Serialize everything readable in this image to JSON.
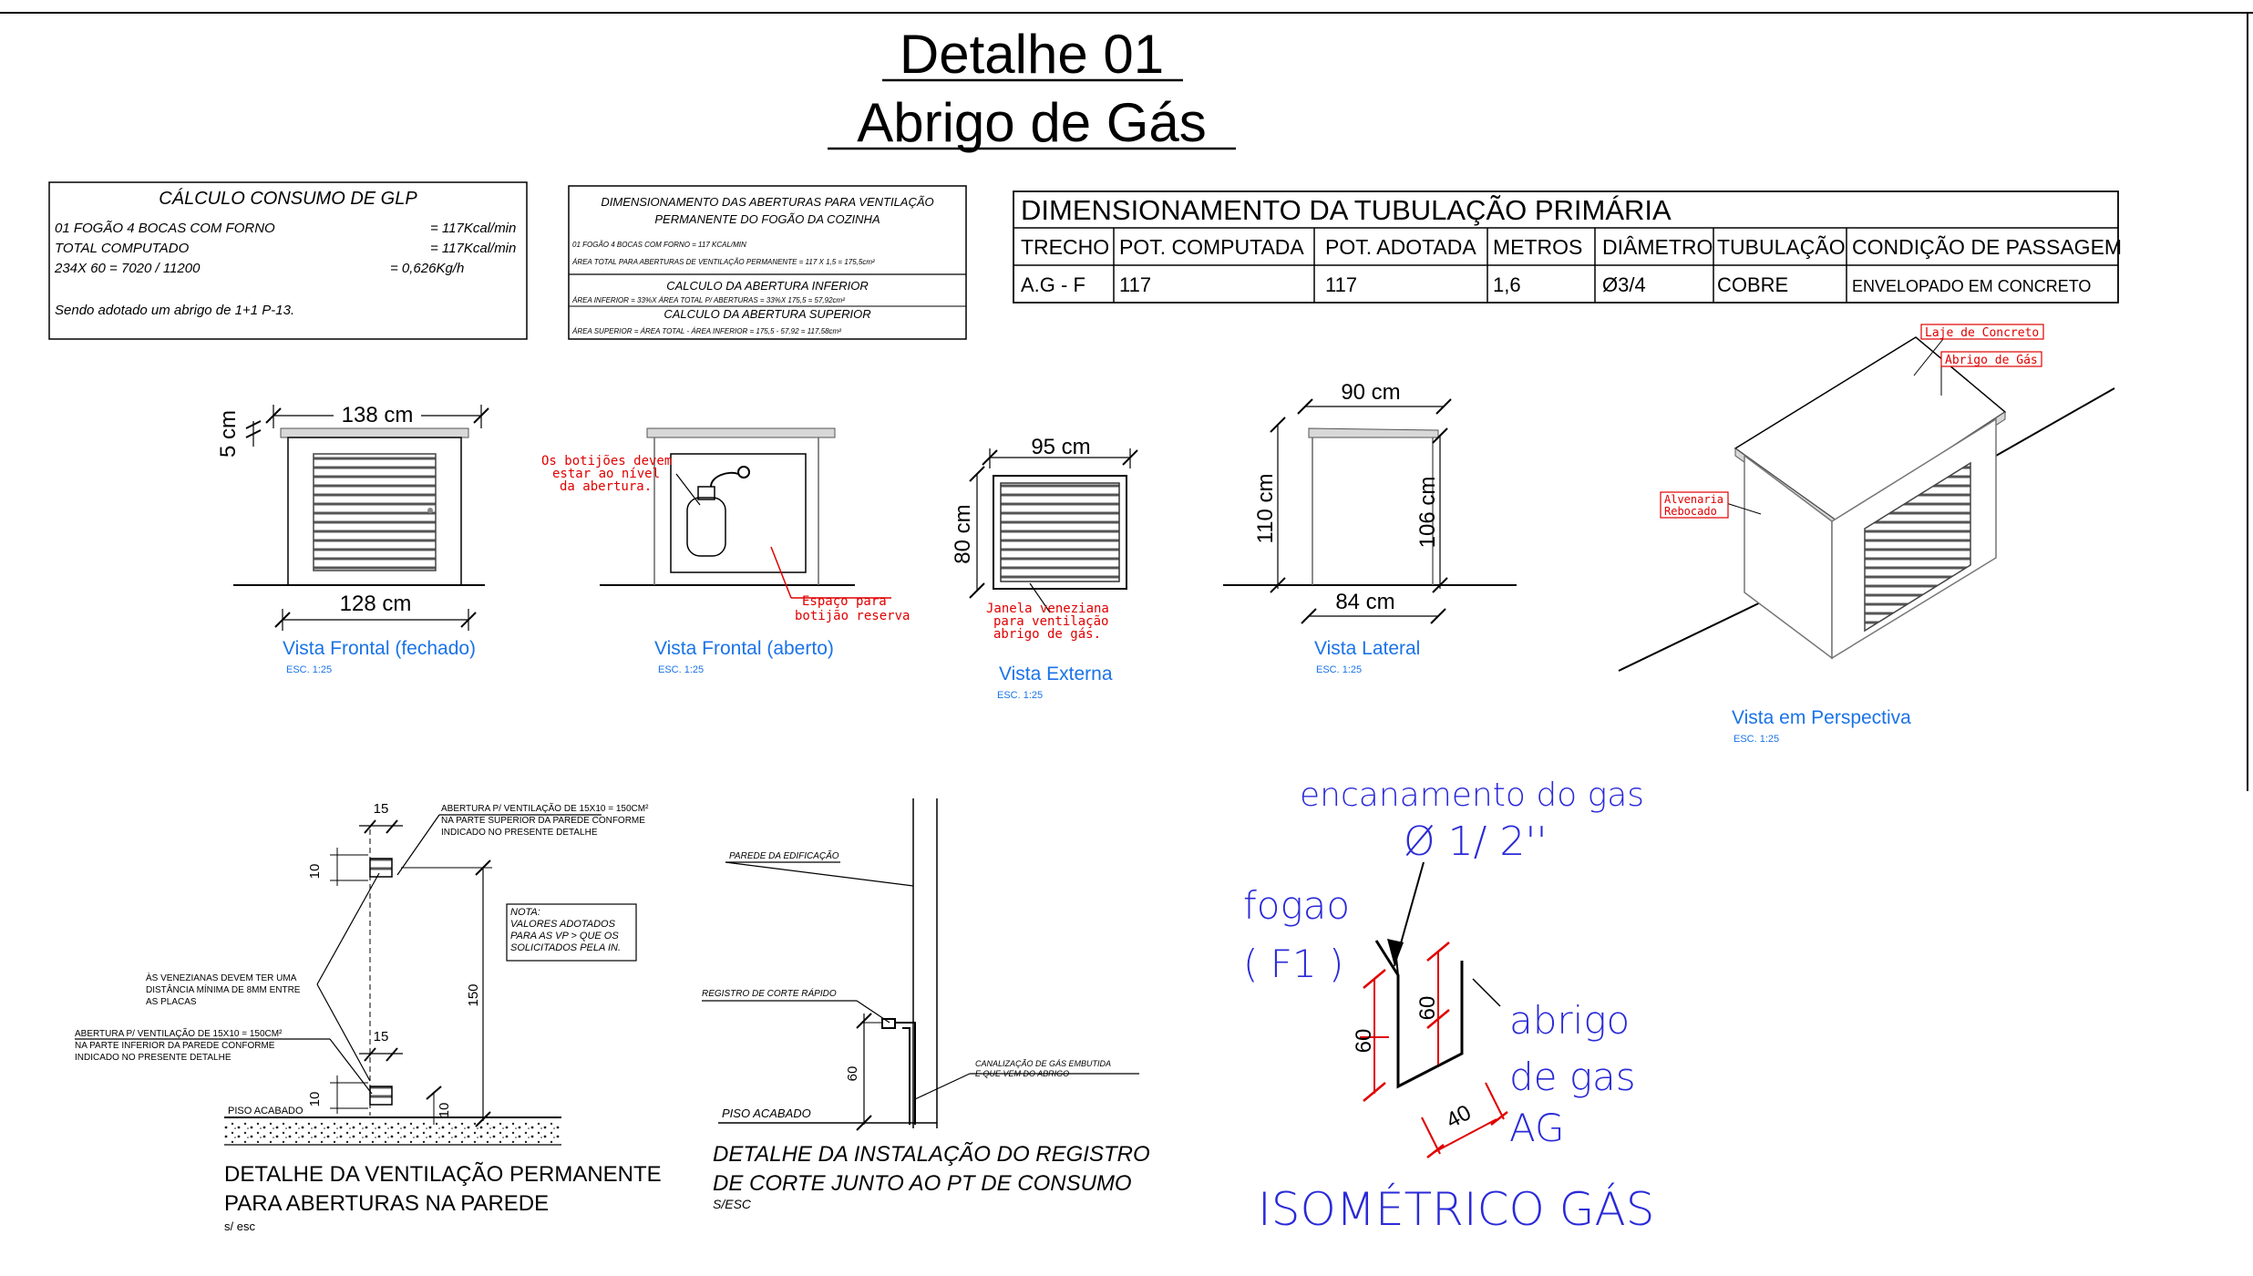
{
  "title": {
    "line1": "Detalhe 01",
    "line2": "Abrigo de Gás"
  },
  "glp": {
    "heading": "CÁLCULO CONSUMO DE GLP",
    "rows": [
      {
        "label": "01 FOGÃO 4 BOCAS COM FORNO",
        "value": "= 117Kcal/min"
      },
      {
        "label": "TOTAL COMPUTADO",
        "value": "= 117Kcal/min"
      },
      {
        "label": "234X 60 = 7020 / 11200",
        "value": "= 0,626Kg/h"
      }
    ],
    "note": "Sendo adotado um abrigo  de  1+1 P-13."
  },
  "aberturas": {
    "heading1": "DIMENSIONAMENTO DAS ABERTURAS PARA VENTILAÇÃO",
    "heading2": "PERMANENTE DO FOGÃO DA COZINHA",
    "line1": "01 FOGÃO 4 BOCAS COM FORNO = 117 KCAL/MIN",
    "line2": "ÁREA TOTAL PARA ABERTURAS DE VENTILAÇÃO PERMANENTE = 117 X 1,5 = 175,5cm²",
    "inf_title": "CALCULO DA ABERTURA INFERIOR",
    "inf_text": "ÁREA INFERIOR = 33%X ÁREA TOTAL P/ ABERTURAS = 33%X 175,5 = 57,92cm²",
    "sup_title": "CALCULO DA ABERTURA SUPERIOR",
    "sup_text": "ÁREA SUPERIOR = ÁREA TOTAL - ÁREA INFERIOR = 175,5 - 57,92 = 117,58cm²"
  },
  "tubulacao": {
    "title": "DIMENSIONAMENTO DA TUBULAÇÃO PRIMÁRIA",
    "headers": [
      "TRECHO",
      "POT. COMPUTADA",
      "POT. ADOTADA",
      "METROS",
      "DIÂMETRO",
      "TUBULAÇÃO",
      "CONDIÇÃO DE PASSAGEM"
    ],
    "row": [
      "A.G - F",
      "117",
      "117",
      "1,6",
      "Ø3/4",
      "COBRE",
      "ENVELOPADO EM CONCRETO"
    ]
  },
  "views": {
    "frontal_fechado": {
      "title": "Vista Frontal (fechado)",
      "scale": "ESC. 1:25",
      "dim_top": "138 cm",
      "dim_bottom": "128 cm",
      "dim_side": "5 cm"
    },
    "frontal_aberto": {
      "title": "Vista Frontal (aberto)",
      "scale": "ESC. 1:25",
      "note1_l1": "Os botijões devem",
      "note1_l2": "estar ao nível",
      "note1_l3": "da abertura.",
      "note2_l1": "Espaço para",
      "note2_l2": "botijão reserva"
    },
    "externa": {
      "title": "Vista Externa",
      "scale": "ESC. 1:25",
      "dim_top": "95 cm",
      "dim_side": "80 cm",
      "note_l1": "Janela veneziana",
      "note_l2": "para ventilação",
      "note_l3": "abrigo de gás."
    },
    "lateral": {
      "title": "Vista Lateral",
      "scale": "ESC. 1:25",
      "dim_top": "90 cm",
      "dim_left": "110 cm",
      "dim_right": "106 cm",
      "dim_bottom": "84 cm"
    },
    "perspectiva": {
      "title": "Vista em Perspectiva",
      "scale": "ESC. 1:25",
      "tag1": "Laje de Concreto",
      "tag2": "Abrigo de Gás",
      "tag3_l1": "Alvenaria",
      "tag3_l2": "Rebocado"
    }
  },
  "ventilacao": {
    "dim_15_top": "15",
    "dim_10_top": "10",
    "dim_15_bot": "15",
    "dim_10_bot": "10",
    "dim_150": "150",
    "dim_10_floor": "10",
    "callout_top_l1": "ABERTURA P/ VENTILAÇÃO DE 15X10 = 150CM²",
    "callout_top_l2": "NA PARTE SUPERIOR DA PAREDE CONFORME",
    "callout_top_l3": "INDICADO NO PRESENTE DETALHE",
    "nota_l1": "NOTA:",
    "nota_l2": "VALORES ADOTADOS",
    "nota_l3": "PARA AS VP > QUE OS",
    "nota_l4": "SOLICITADOS PELA IN.",
    "dist_l1": "ÀS VENEZIANAS DEVEM TER UMA",
    "dist_l2": "DISTÂNCIA MÍNIMA DE 8MM ENTRE",
    "dist_l3": "AS PLACAS",
    "callout_bot_l1": "ABERTURA P/ VENTILAÇÃO DE 15X10 = 150CM²",
    "callout_bot_l2": "NA PARTE INFERIOR DA PAREDE CONFORME",
    "callout_bot_l3": "INDICADO NO PRESENTE DETALHE",
    "piso": "PISO ACABADO",
    "title_l1": "DETALHE DA VENTILAÇÃO PERMANENTE",
    "title_l2": "PARA ABERTURAS NA PAREDE",
    "scale": "s/ esc"
  },
  "registro": {
    "parede": "PAREDE DA EDIFICAÇÃO",
    "registro": "REGISTRO DE CORTE RÁPIDO",
    "canal_l1": "CANALIZAÇÃO DE GÁS EMBUTIDA",
    "canal_l2": "E QUE VEM DO ABRIGO",
    "dim_60": "60",
    "piso": "PISO ACABADO",
    "title_l1": "DETALHE DA INSTALAÇÃO DO REGISTRO",
    "title_l2": "DE CORTE JUNTO AO PT DE CONSUMO",
    "scale": "S/ESC"
  },
  "isometrico": {
    "enc_l1": "encanamento do gas",
    "enc_l2": "Ø 1/ 2''",
    "fogao_l1": "fogao",
    "fogao_l2": "( F1 )",
    "abrigo_l1": "abrigo",
    "abrigo_l2": "de gas",
    "abrigo_l3": "AG",
    "dim_60a": "60",
    "dim_60b": "60",
    "dim_40": "40",
    "title": "ISOMÉTRICO GÁS"
  }
}
